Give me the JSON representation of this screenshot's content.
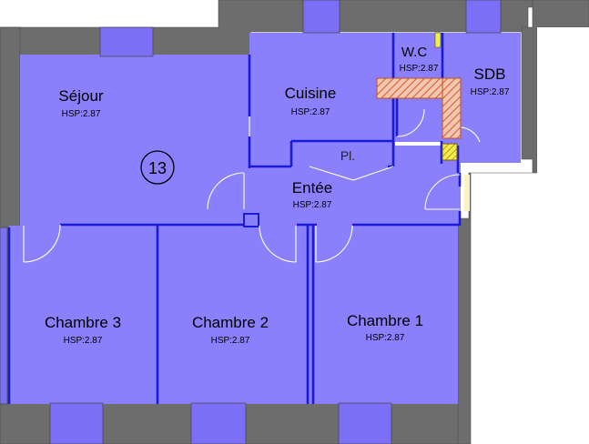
{
  "plan": {
    "apartment_number": "13",
    "closet_label": "Pl.",
    "rooms": {
      "sejour": {
        "name": "Séjour",
        "hsp": "HSP:2.87"
      },
      "cuisine": {
        "name": "Cuisine",
        "hsp": "HSP:2.87"
      },
      "wc": {
        "name": "W.C",
        "hsp": "HSP:2.87"
      },
      "sdb": {
        "name": "SDB",
        "hsp": "HSP:2.87"
      },
      "entree": {
        "name": "Entée",
        "hsp": "HSP:2.87"
      },
      "chambre3": {
        "name": "Chambre 3",
        "hsp": "HSP:2.87"
      },
      "chambre2": {
        "name": "Chambre 2",
        "hsp": "HSP:2.87"
      },
      "chambre1": {
        "name": "Chambre 1",
        "hsp": "HSP:2.87"
      }
    },
    "colors": {
      "floor": "#8b80fb",
      "wall": "#6d6d6d",
      "partition": "#1a1ad9",
      "duct_hatch": "#d9602a",
      "highlight": "#f2ee4a"
    }
  }
}
